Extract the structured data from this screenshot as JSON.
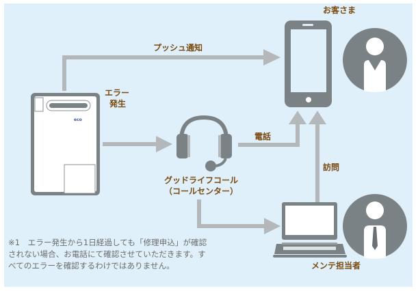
{
  "colors": {
    "background": "#dff0fa",
    "arrow": "#b4b8bb",
    "device": "#7b8285",
    "label": "#7a4a10",
    "note": "#6c6c6c"
  },
  "nodes": {
    "water_heater": {
      "label_line1": "エラー",
      "label_line2": "発生",
      "logo": "eco"
    },
    "customer": {
      "label": "お客さま"
    },
    "call_center": {
      "label_line1": "グッドライフコール",
      "label_line2": "（コールセンター）"
    },
    "maintenance": {
      "label": "メンテ担当者"
    }
  },
  "edges": {
    "push": "プッシュ通知",
    "phone": "電話",
    "visit": "訪問"
  },
  "note": {
    "line1": "※1　エラー発生から1日経過しても「修理申込」が確認",
    "line2": "されない場合、お電話にて確認させていただきます。す",
    "line3": "べてのエラーを確認するわけではありません。"
  }
}
